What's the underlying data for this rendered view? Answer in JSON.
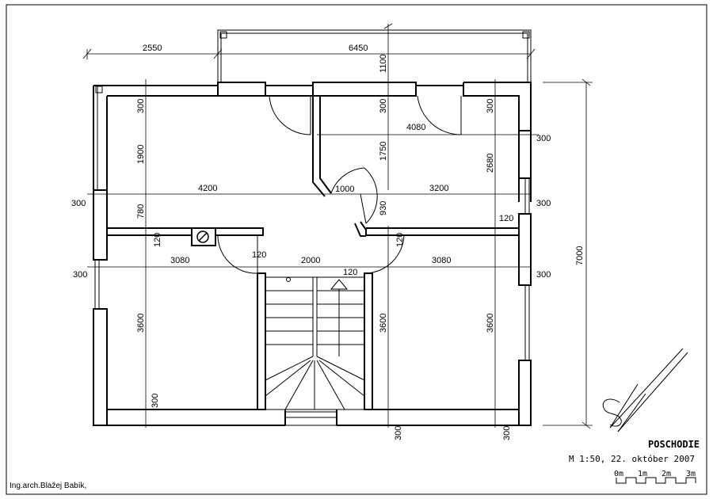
{
  "title_block": {
    "sheet_title": "POSCHODIE",
    "scale_date": "M 1:50, 22. október 2007",
    "scale_bar": [
      "0m",
      "1m",
      "2m",
      "3m"
    ],
    "author": "Ing.arch.Blažej Babík,"
  },
  "dimensions": {
    "d2550": "2550",
    "d6450": "6450",
    "d1100": "1100",
    "d300_top_left": "300",
    "d1900": "1900",
    "d300_top_mid": "300",
    "d1750": "1750",
    "d4080": "4080",
    "d300_top_right": "300",
    "d2680": "2680",
    "d300_right_1": "300",
    "d4200": "4200",
    "d1000": "1000",
    "d3200": "3200",
    "d300_right_2": "300",
    "d300_left_1": "300",
    "d780": "780",
    "d930": "930",
    "d120_a": "120",
    "d120_b": "120",
    "d120_c": "120",
    "d120_d": "120",
    "d120_e": "120",
    "d3080_left": "3080",
    "d2000": "2000",
    "d3080_right": "3080",
    "d300_left_2": "300",
    "d300_right_3": "300",
    "d7000": "7000",
    "d3600_left": "3600",
    "d3600_mid": "3600",
    "d3600_right": "3600",
    "d300_bottom_left": "300",
    "d300_bottom_mid": "300",
    "d300_bottom_right": "300"
  }
}
